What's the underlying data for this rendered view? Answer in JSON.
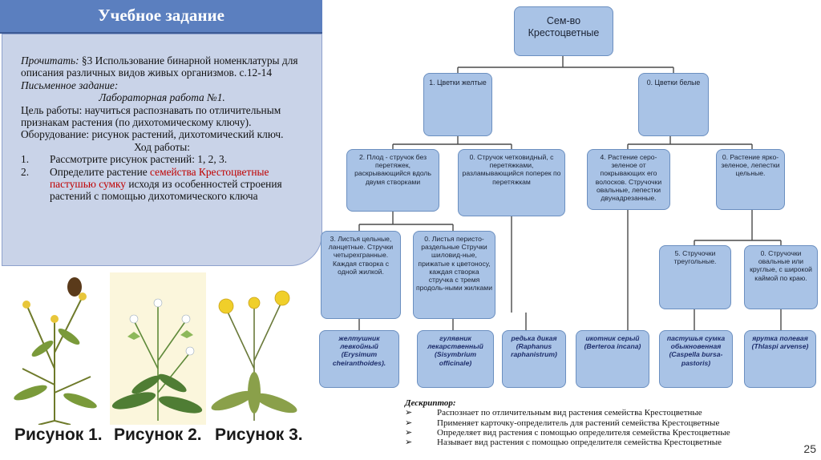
{
  "header": {
    "title": "Учебное задание"
  },
  "task": {
    "read_label": "Прочитать:",
    "read_text": " §3 Использование бинарной номенклатуры для описания различных видов живых организмов. с.12-14",
    "written_label": "Письменное задание:",
    "lab_title": "Лабораторная работа №1.",
    "goal": "Цель работы: научиться распознавать по отличительным признакам растения (по дихотомическому ключу).",
    "equipment": "Оборудование: рисунок растений, дихотомический ключ.",
    "progress_title": "Ход работы:",
    "steps": [
      {
        "num": "1.",
        "text": "Рассмотрите рисунок растений: 1, 2, 3."
      },
      {
        "num": "2.",
        "pre": " Определите растение ",
        "red": "семейства Крестоцветные пастушью сумку",
        "post": " исходя из особенностей строения растений с помощью дихотомического ключа"
      }
    ]
  },
  "figures": [
    "Рисунок 1.",
    "Рисунок 2.",
    "Рисунок 3."
  ],
  "key": {
    "root": "Сем-во Крестоцветные",
    "l1": [
      "1. Цветки желтые",
      "0. Цветки белые"
    ],
    "l2": [
      "2. Плод - стручок без перетяжек, раскрывающийся вдоль двумя створками",
      "0. Стручок четковидный, с перетяжками, разламывающийся поперек по перетяжкам",
      "4. Растение серо-зеленое от покрывающих его волосков. Стручочки овальные, лепестки двунадрезанные.",
      "0. Растение ярко-зеленое, лепестки цельные."
    ],
    "l3": [
      "3. Листья цельные, ланцетные. Стручки четырехгранные. Каждая створка с одной жилкой.",
      "0. Листья перисто-раздельные Стручки шиловид-ные, прижатые к цветоносу, каждая створка стручка с тремя продоль-ными жилками",
      "5. Стручочки треугольные.",
      "0. Стручочки овальные или круглые, с широкой каймой по краю."
    ],
    "species": [
      "желтушник левкойный (Erysimum cheiranthoides).",
      "гулявник лекарственный (Sisymbrium officinale)",
      "редька дикая (Raphanus raphanistrum)",
      "икотник серый (Berteroa incana)",
      "пастушья сумка обыкновенная (Caspella bursa-pastoris)",
      "ярутка полевая (Thlaspi arvense)"
    ]
  },
  "descriptor": {
    "title": "Дескриптор:",
    "bullet": "➢",
    "items": [
      "Распознает по отличительным вид растения семейства Крестоцветные",
      "Применяет карточку-определитель для растений семейства Крестоцветные",
      "Определяет вид растения с помощью определителя семейства Крестоцветные",
      "Называет вид растения с помощью определителя семейства Крестоцветные"
    ]
  },
  "page_number": "25",
  "colors": {
    "header": "#5b7fbf",
    "panel": "#c9d3e8",
    "box": "#a9c3e6",
    "box_border": "#6b8fc0",
    "accent_red": "#c00000"
  }
}
